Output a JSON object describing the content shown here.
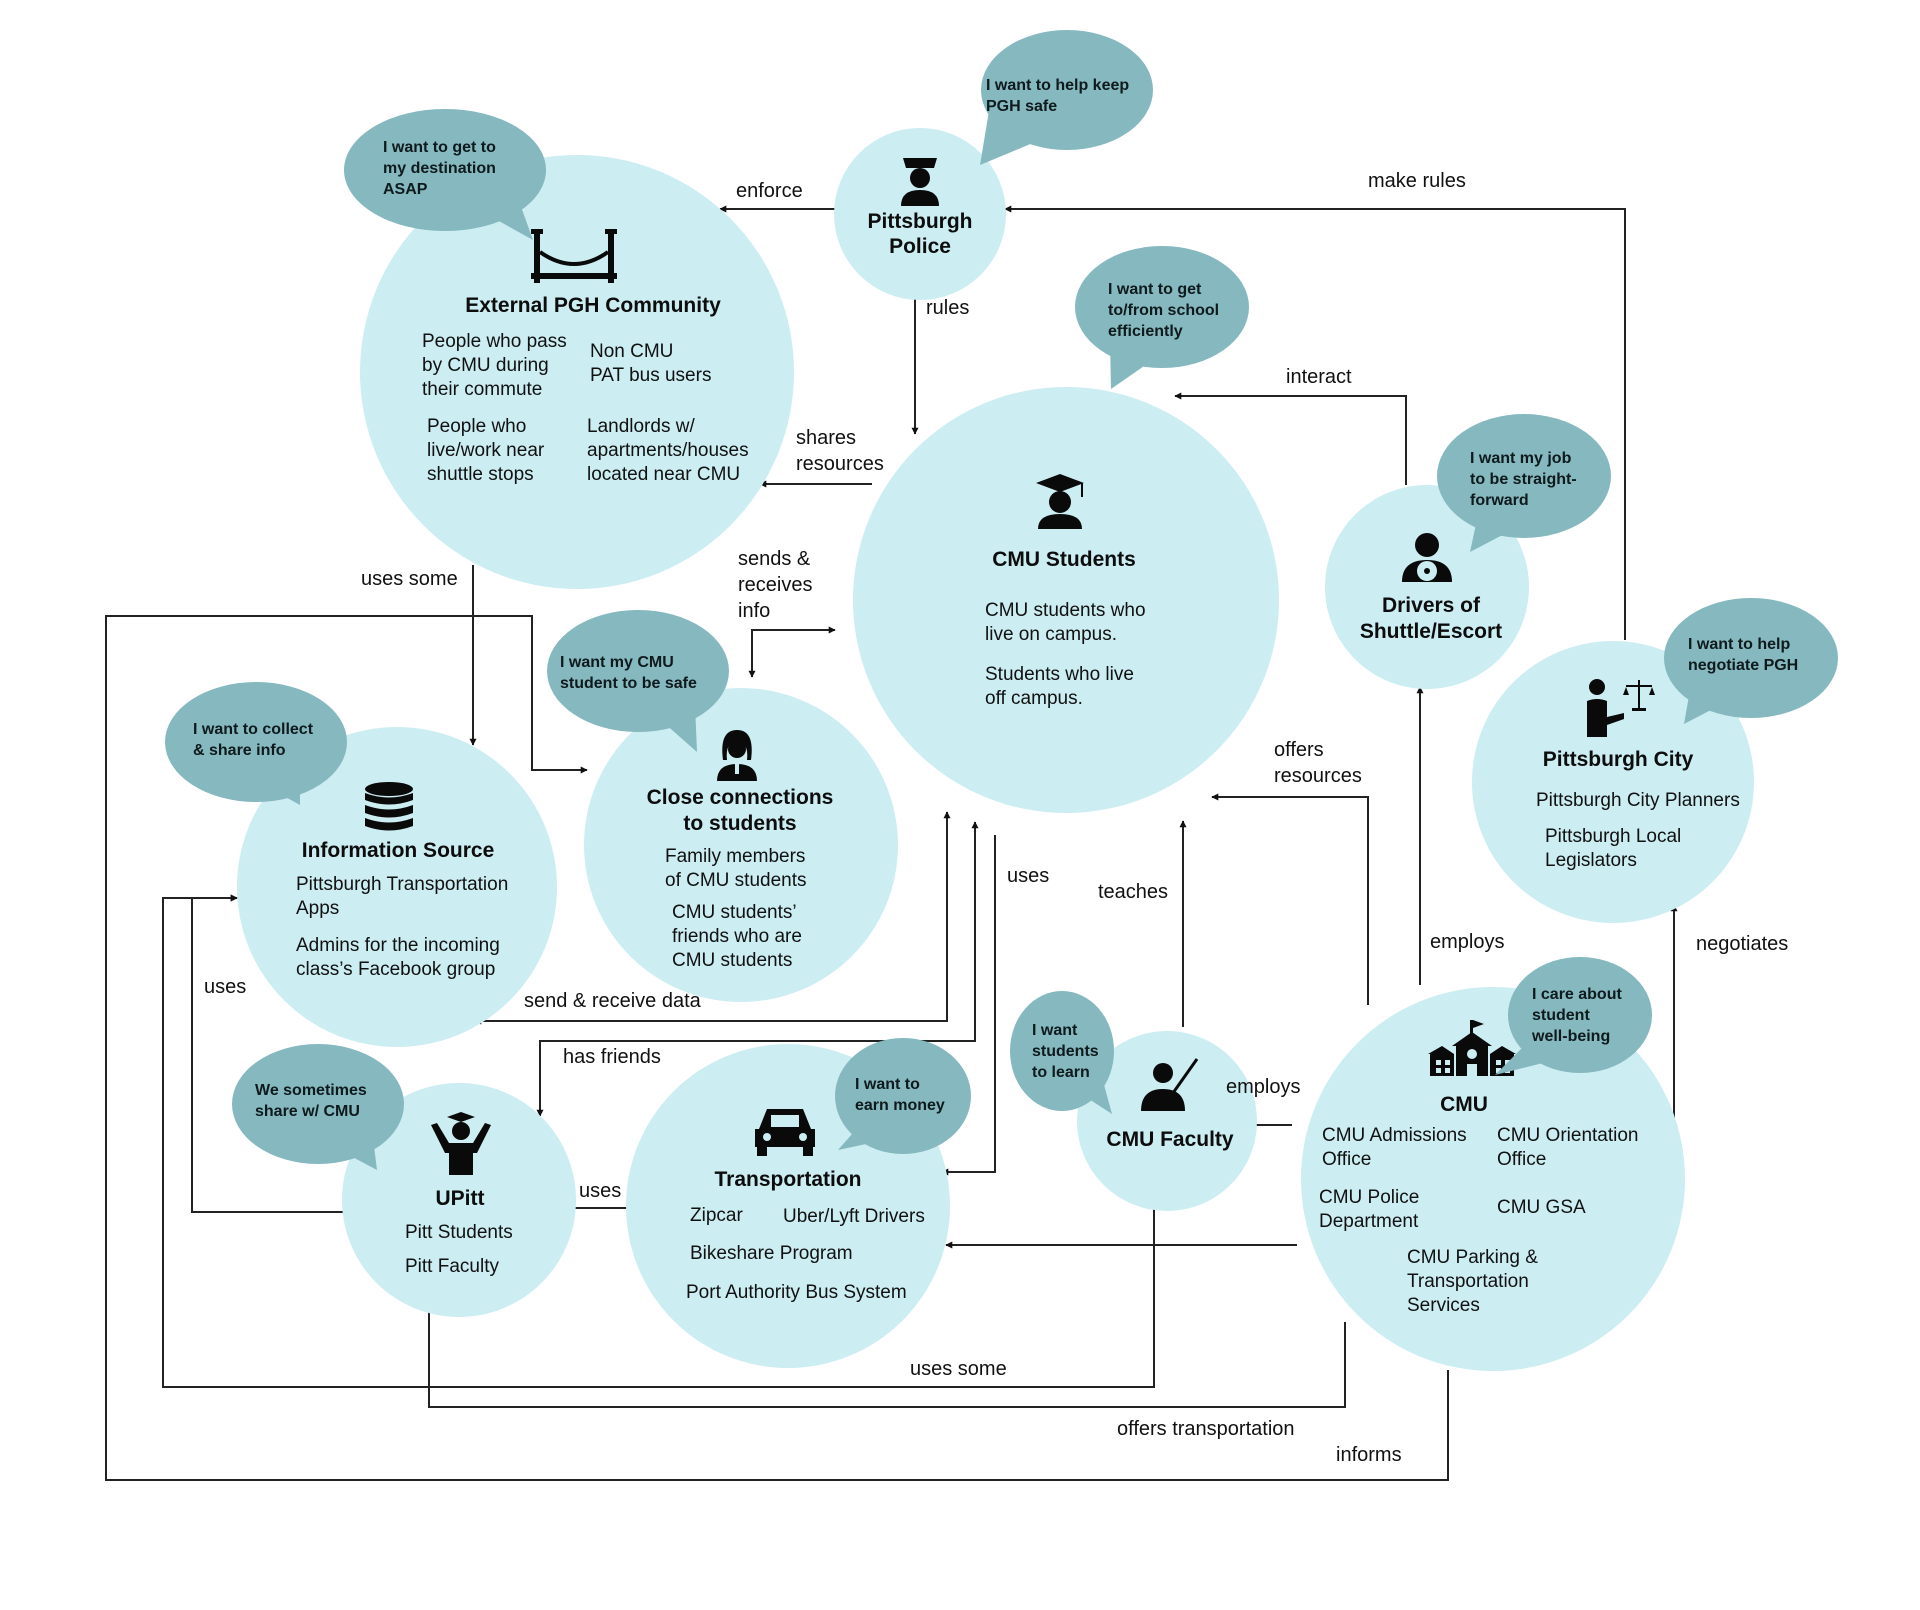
{
  "nodes": {
    "pgh_police": {
      "title": [
        "Pittsburgh",
        "Police"
      ],
      "bubble": [
        "I want to help keep",
        "PGH safe"
      ],
      "icon": "police-officer-icon"
    },
    "external_pgh": {
      "title": [
        "External PGH Community"
      ],
      "bubble": [
        "I want to get to",
        "my destination",
        "ASAP"
      ],
      "icon": "bridge-icon",
      "items": [
        [
          "People who pass",
          "by CMU during",
          "their commute"
        ],
        [
          "Non CMU",
          "PAT bus users"
        ],
        [
          "People who",
          "live/work near",
          "shuttle stops"
        ],
        [
          "Landlords w/",
          "apartments/houses",
          "located near CMU"
        ]
      ]
    },
    "cmu_students": {
      "title": [
        "CMU Students"
      ],
      "bubble": [
        "I want to get",
        "to/from school",
        "efficiently"
      ],
      "icon": "graduate-student-icon",
      "items": [
        [
          "CMU students who",
          "live on campus."
        ],
        [
          "Students who live",
          "off campus."
        ]
      ]
    },
    "drivers": {
      "title": [
        "Drivers of",
        "Shuttle/Escort"
      ],
      "bubble": [
        "I want my job",
        "to be straight-",
        "forward"
      ],
      "icon": "driver-steering-wheel-icon"
    },
    "pgh_city": {
      "title": [
        "Pittsburgh City"
      ],
      "bubble": [
        "I want to help",
        "negotiate PGH"
      ],
      "icon": "person-scales-icon",
      "items": [
        [
          "Pittsburgh City Planners"
        ],
        [
          "Pittsburgh Local",
          "Legislators"
        ]
      ]
    },
    "info_source": {
      "title": [
        "Information Source"
      ],
      "bubble": [
        "I want to collect",
        "& share info"
      ],
      "icon": "database-icon",
      "items": [
        [
          "Pittsburgh Transportation",
          "Apps"
        ],
        [
          "Admins for the incoming",
          "class’s Facebook group"
        ]
      ]
    },
    "close_conn": {
      "title": [
        "Close connections",
        "to students"
      ],
      "bubble": [
        "I want my CMU",
        "student to be safe"
      ],
      "icon": "woman-icon",
      "items": [
        [
          "Family members",
          "of CMU students"
        ],
        [
          "CMU students’",
          "friends who are",
          "CMU students"
        ]
      ]
    },
    "upitt": {
      "title": [
        "UPitt"
      ],
      "bubble": [
        "We sometimes",
        "share w/ CMU"
      ],
      "icon": "cheering-graduate-icon",
      "items": [
        [
          "Pitt Students"
        ],
        [
          "Pitt Faculty"
        ]
      ]
    },
    "transportation": {
      "title": [
        "Transportation"
      ],
      "bubble": [
        "I want to",
        "earn money"
      ],
      "icon": "car-icon",
      "items": [
        [
          "Zipcar"
        ],
        [
          "Uber/Lyft Drivers"
        ],
        [
          "Bikeshare Program"
        ],
        [
          "Port Authority Bus System"
        ]
      ]
    },
    "cmu_faculty": {
      "title": [
        "CMU Faculty"
      ],
      "bubble": [
        "I want",
        "students",
        "to learn"
      ],
      "icon": "teacher-pointer-icon"
    },
    "cmu": {
      "title": [
        "CMU"
      ],
      "bubble": [
        "I care about",
        "student",
        "well-being"
      ],
      "icon": "school-building-icon",
      "items": [
        [
          "CMU Admissions",
          "Office"
        ],
        [
          "CMU Orientation",
          "Office"
        ],
        [
          "CMU Police",
          "Department"
        ],
        [
          "CMU GSA"
        ],
        [
          "CMU Parking &",
          "Transportation",
          "Services"
        ]
      ]
    }
  },
  "edges": [
    {
      "id": "enforce",
      "label": [
        "enforce"
      ]
    },
    {
      "id": "make_rules",
      "label": [
        "make rules"
      ]
    },
    {
      "id": "rules",
      "label": [
        "rules"
      ]
    },
    {
      "id": "interact",
      "label": [
        "interact"
      ]
    },
    {
      "id": "shares_resources",
      "label": [
        "shares",
        "resources"
      ]
    },
    {
      "id": "sends_receives_info",
      "label": [
        "sends &",
        "receives",
        "info"
      ]
    },
    {
      "id": "uses_some_top",
      "label": [
        "uses some"
      ]
    },
    {
      "id": "offers_resources",
      "label": [
        "offers",
        "resources"
      ]
    },
    {
      "id": "uses_mid",
      "label": [
        "uses"
      ]
    },
    {
      "id": "teaches",
      "label": [
        "teaches"
      ]
    },
    {
      "id": "employs_drivers",
      "label": [
        "employs"
      ]
    },
    {
      "id": "negotiates",
      "label": [
        "negotiates"
      ]
    },
    {
      "id": "uses_left",
      "label": [
        "uses"
      ]
    },
    {
      "id": "send_receive_data",
      "label": [
        "send & receive data"
      ]
    },
    {
      "id": "has_friends",
      "label": [
        "has friends"
      ]
    },
    {
      "id": "employs_faculty",
      "label": [
        "employs"
      ]
    },
    {
      "id": "uses_upitt",
      "label": [
        "uses"
      ]
    },
    {
      "id": "uses_some_bottom",
      "label": [
        "uses some"
      ]
    },
    {
      "id": "offers_transportation",
      "label": [
        "offers transportation"
      ]
    },
    {
      "id": "informs",
      "label": [
        "informs"
      ]
    }
  ],
  "colors": {
    "node_fill": "#ccedf2",
    "bubble_fill": "#85b8bf",
    "line": "#222222"
  }
}
